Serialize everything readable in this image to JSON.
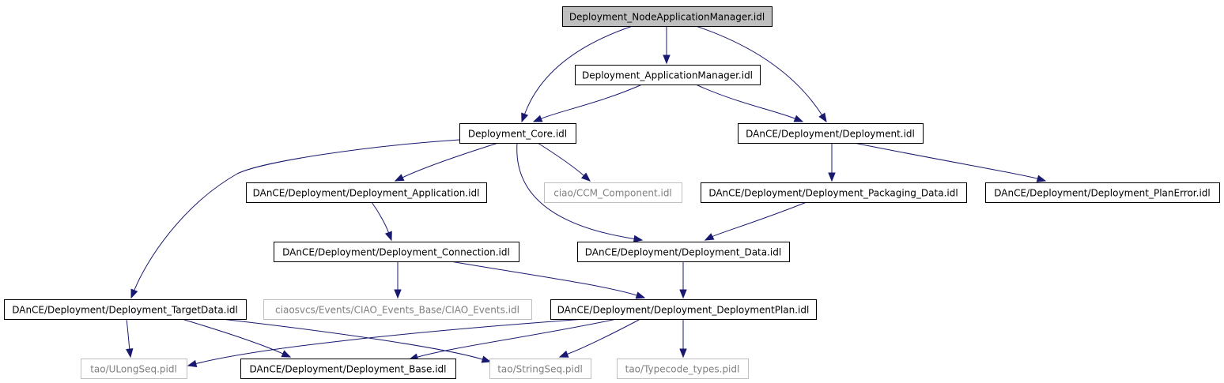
{
  "nodes": [
    {
      "id": "n0",
      "label": "Deployment_NodeApplicationManager.idl",
      "kind": "root"
    },
    {
      "id": "n1",
      "label": "Deployment_ApplicationManager.idl",
      "kind": "normal"
    },
    {
      "id": "n2",
      "label": "Deployment_Core.idl",
      "kind": "normal"
    },
    {
      "id": "n3",
      "label": "DAnCE/Deployment/Deployment.idl",
      "kind": "normal"
    },
    {
      "id": "n4",
      "label": "DAnCE/Deployment/Deployment_Application.idl",
      "kind": "normal"
    },
    {
      "id": "n5",
      "label": "ciao/CCM_Component.idl",
      "kind": "external"
    },
    {
      "id": "n6",
      "label": "DAnCE/Deployment/Deployment_Packaging_Data.idl",
      "kind": "normal"
    },
    {
      "id": "n7",
      "label": "DAnCE/Deployment/Deployment_PlanError.idl",
      "kind": "normal"
    },
    {
      "id": "n8",
      "label": "DAnCE/Deployment/Deployment_Connection.idl",
      "kind": "normal"
    },
    {
      "id": "n9",
      "label": "DAnCE/Deployment/Deployment_Data.idl",
      "kind": "normal"
    },
    {
      "id": "n10",
      "label": "DAnCE/Deployment/Deployment_TargetData.idl",
      "kind": "normal"
    },
    {
      "id": "n11",
      "label": "ciaosvcs/Events/CIAO_Events_Base/CIAO_Events.idl",
      "kind": "external"
    },
    {
      "id": "n12",
      "label": "DAnCE/Deployment/Deployment_DeploymentPlan.idl",
      "kind": "normal"
    },
    {
      "id": "n13",
      "label": "tao/ULongSeq.pidl",
      "kind": "external"
    },
    {
      "id": "n14",
      "label": "DAnCE/Deployment/Deployment_Base.idl",
      "kind": "normal"
    },
    {
      "id": "n15",
      "label": "tao/StringSeq.pidl",
      "kind": "external"
    },
    {
      "id": "n16",
      "label": "tao/Typecode_types.pidl",
      "kind": "external"
    }
  ],
  "edges": [
    {
      "from": "n0",
      "to": "n1"
    },
    {
      "from": "n0",
      "to": "n2"
    },
    {
      "from": "n0",
      "to": "n3"
    },
    {
      "from": "n1",
      "to": "n2"
    },
    {
      "from": "n1",
      "to": "n3"
    },
    {
      "from": "n2",
      "to": "n4"
    },
    {
      "from": "n2",
      "to": "n5"
    },
    {
      "from": "n2",
      "to": "n9"
    },
    {
      "from": "n2",
      "to": "n10"
    },
    {
      "from": "n3",
      "to": "n6"
    },
    {
      "from": "n3",
      "to": "n7"
    },
    {
      "from": "n4",
      "to": "n8"
    },
    {
      "from": "n6",
      "to": "n9"
    },
    {
      "from": "n8",
      "to": "n11"
    },
    {
      "from": "n8",
      "to": "n12"
    },
    {
      "from": "n9",
      "to": "n12"
    },
    {
      "from": "n10",
      "to": "n13"
    },
    {
      "from": "n10",
      "to": "n14"
    },
    {
      "from": "n10",
      "to": "n15"
    },
    {
      "from": "n12",
      "to": "n13"
    },
    {
      "from": "n12",
      "to": "n14"
    },
    {
      "from": "n12",
      "to": "n15"
    },
    {
      "from": "n12",
      "to": "n16"
    }
  ],
  "colors": {
    "edge": "#191970",
    "root_fill": "#bfbfbf",
    "external_text": "#7f7f7f",
    "external_border": "#bfbfbf"
  }
}
